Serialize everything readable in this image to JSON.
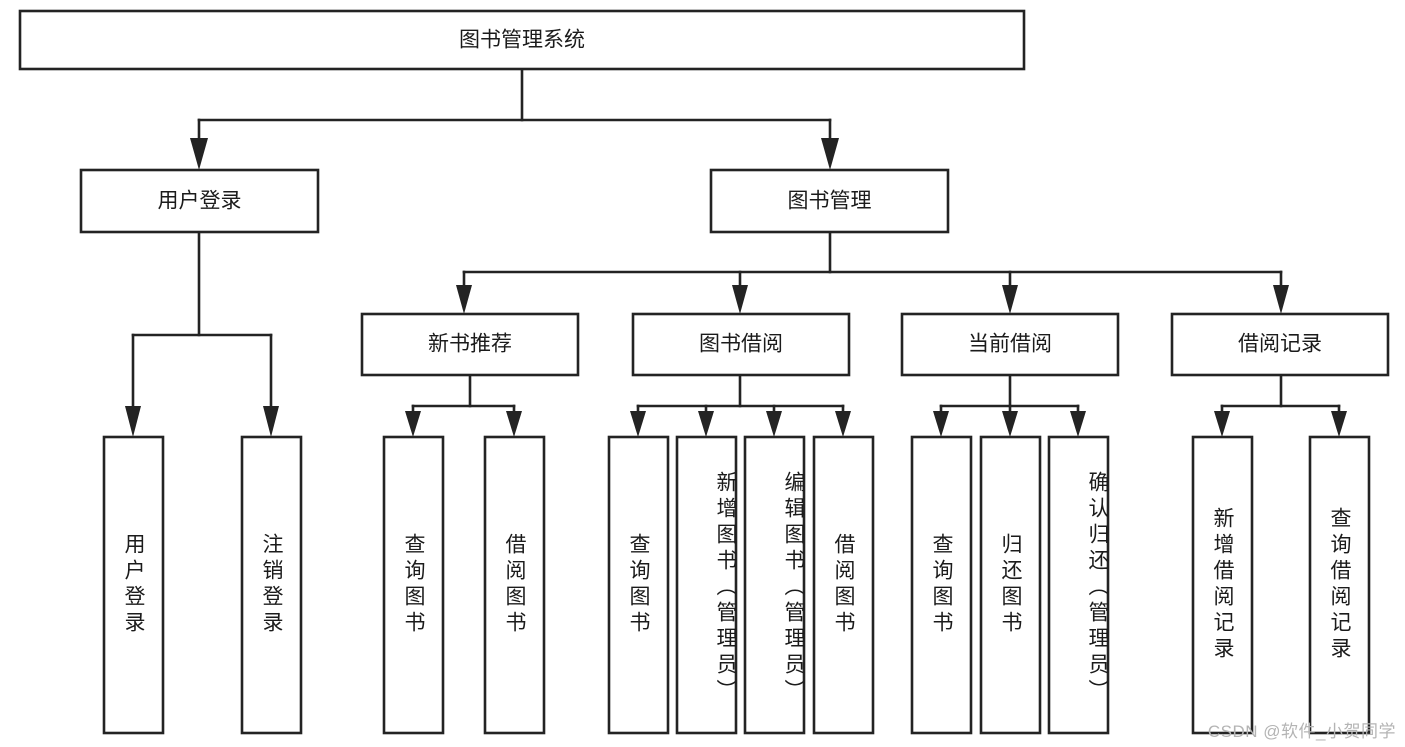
{
  "diagram": {
    "title": "图书管理系统",
    "type": "hierarchy-tree",
    "watermark": "CSDN @软件_小贺同学",
    "colors": {
      "stroke": "#232323",
      "box_fill": "#ffffff",
      "text": "#1b1b1b",
      "background": "#ffffff",
      "watermark": "#b4b4b4"
    },
    "levels": {
      "root": {
        "label": "图书管理系统"
      },
      "level2": [
        {
          "label": "用户登录"
        },
        {
          "label": "图书管理"
        }
      ],
      "level3": [
        {
          "label": "新书推荐"
        },
        {
          "label": "图书借阅"
        },
        {
          "label": "当前借阅"
        },
        {
          "label": "借阅记录"
        }
      ]
    },
    "leaves": {
      "user_login": [
        {
          "label": "用户登录"
        },
        {
          "label": "注销登录"
        }
      ],
      "new_book_recommend": [
        {
          "label": "查询图书"
        },
        {
          "label": "借阅图书"
        }
      ],
      "book_borrow": [
        {
          "label": "查询图书"
        },
        {
          "label": "新增图书（管理员）"
        },
        {
          "label": "编辑图书（管理员）"
        },
        {
          "label": "借阅图书"
        }
      ],
      "current_borrow": [
        {
          "label": "查询图书"
        },
        {
          "label": "归还图书"
        },
        {
          "label": "确认归还（管理员）"
        }
      ],
      "borrow_record": [
        {
          "label": "新增借阅记录"
        },
        {
          "label": "查询借阅记录"
        }
      ]
    }
  }
}
